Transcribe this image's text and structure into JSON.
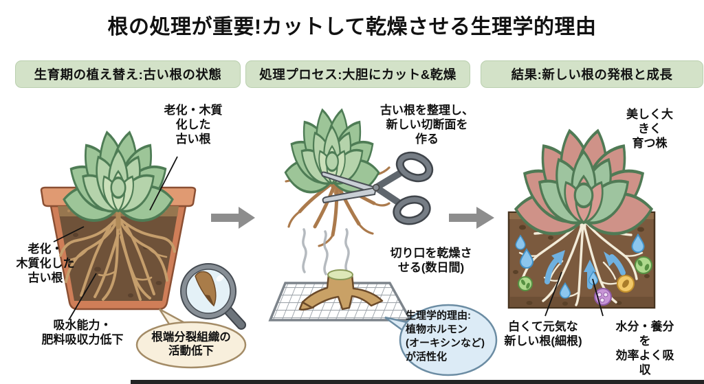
{
  "title": "根の処理が重要!カットして乾燥させる生理学的理由",
  "panels": {
    "p1": {
      "header": "生育期の植え替え:古い根の状態",
      "label_old_roots_top": "老化・木質\n化した\n古い根",
      "label_old_roots_left": "老化・\n木質化した\n古い根",
      "label_absorption_decline": "吸水能力・\n肥料吸収力低下",
      "bubble_meristem": "根端分裂組織の\n活動低下"
    },
    "p2": {
      "header": "処理プロセス:大胆にカット&乾燥",
      "label_trim": "古い根を整理し、\n新しい切断面を\n作る",
      "label_dry": "切り口を乾燥さ\nせる(数日間)",
      "bubble_physiology": "生理学的理由:\n植物ホルモン\n(オーキシンなど)\nが活性化"
    },
    "p3": {
      "header": "結果:新しい根の発根と成長",
      "label_beautiful": "美しく大きく\n育つ株",
      "label_new_roots": "白くて元気な\n新しい根(細根)",
      "label_absorb": "水分・養分を\n効率よく吸収"
    }
  },
  "icons": {
    "magnifier": "magnifier-icon",
    "scissors": "scissors-icon",
    "drying_rack": "drying-rack-icon",
    "water_drop": "water-drop-icon",
    "flow_arrow": "flow-arrow-icon"
  },
  "colors": {
    "header_bg": "#d3e2c8",
    "header_border": "#b9cfae",
    "flow_arrow": "#8d8d8d",
    "bubble_tan_fill": "#f8efdc",
    "bubble_tan_border": "#a38b66",
    "bubble_blue_fill": "#dcebf6",
    "bubble_blue_border": "#6b8ca3",
    "pot_terracotta": "#cf7e58",
    "soil_brown": "#7b5a3e",
    "leaf_green": "#9dc598",
    "leaf_pink": "#cf9288",
    "root_tan": "#c59e6c",
    "new_root_white": "#f3ecd9",
    "water_blue": "#8cc6ee"
  }
}
